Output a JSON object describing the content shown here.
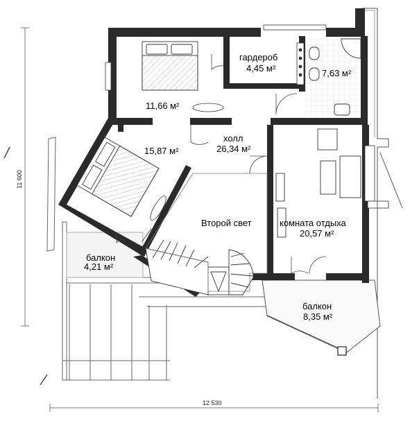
{
  "rooms": [
    {
      "name": "гардероб",
      "area": "4,45 м²"
    },
    {
      "name": "",
      "area": "7,63 м²"
    },
    {
      "name": "",
      "area": "11,66 м²"
    },
    {
      "name": "",
      "area": "15,87 м²"
    },
    {
      "name": "холл",
      "area": "26,34 м²"
    },
    {
      "name": "Второй свет",
      "area": ""
    },
    {
      "name": "комната отдыха",
      "area": "20,57 м²"
    },
    {
      "name": "балкон",
      "area": "4,21 м²"
    },
    {
      "name": "балкон",
      "area": "8,35 м²"
    }
  ],
  "dimensions": {
    "height": "11 600",
    "width": "12 530"
  },
  "colors": {
    "wall": "#2a2a2a",
    "line": "#555555",
    "tile": "#e8e8e8"
  }
}
